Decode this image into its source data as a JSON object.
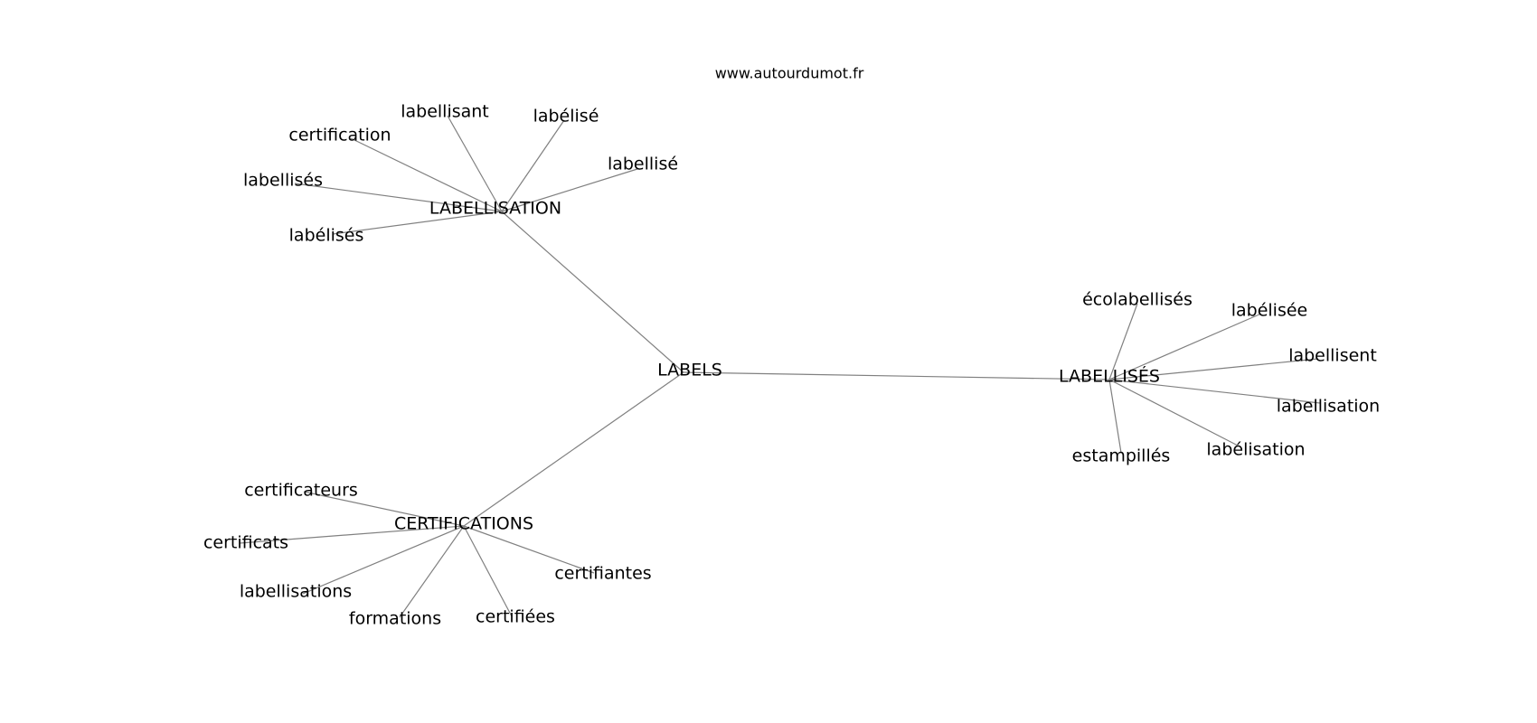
{
  "source": "www.autourdumot.fr",
  "center": "LABELS",
  "groups": [
    {
      "label": "LABELLISATION",
      "words": [
        "labellisant",
        "labélisé",
        "certification",
        "labellisé",
        "labellisés",
        "labélisés"
      ]
    },
    {
      "label": "LABELLISÉS",
      "words": [
        "écolabellisés",
        "labélisée",
        "labellisent",
        "labellisation",
        "labélisation",
        "estampillés"
      ]
    },
    {
      "label": "CERTIFICATIONS",
      "words": [
        "certificateurs",
        "certificats",
        "labellisations",
        "formations",
        "certifiées",
        "certifiantes"
      ]
    }
  ]
}
